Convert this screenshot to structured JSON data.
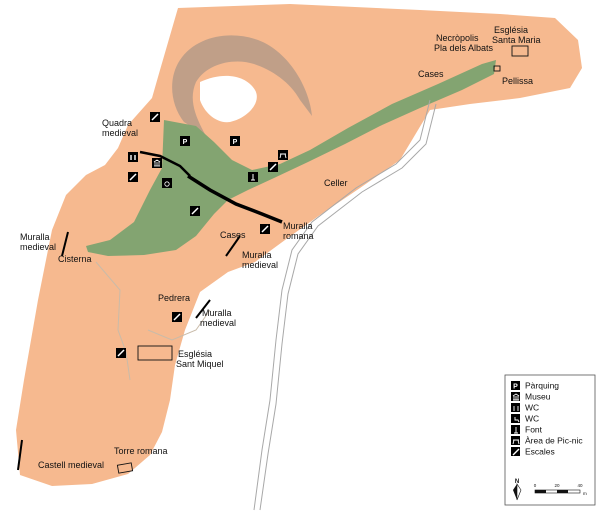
{
  "colors": {
    "terrain": "#f6b98f",
    "green_area": "#83a471",
    "riverbed": "#b69a87",
    "road": "#a8a8a8",
    "wall": "#000000",
    "symbol_bg": "#000000"
  },
  "labels": {
    "esglesia_santa_maria": [
      "Església",
      "Santa Maria"
    ],
    "necropolis": [
      "Necròpolis",
      "Pla dels Albats"
    ],
    "cases_ne": "Cases",
    "pellissa": "Pellissa",
    "quadra_medieval": [
      "Quadra",
      "medieval"
    ],
    "celler": "Celler",
    "muralla_medieval_w": [
      "Muralla",
      "medieval"
    ],
    "cisterna": "Cisterna",
    "cases_mid": "Cases",
    "muralla_romana": [
      "Muralla",
      "romana"
    ],
    "muralla_medieval_mid": [
      "Muralla",
      "medieval"
    ],
    "pedrera": "Pedrera",
    "muralla_medieval_s": [
      "Muralla",
      "medieval"
    ],
    "esglesia_sant_miquel": [
      "Església",
      "Sant Miquel"
    ],
    "torre_romana": "Torre romana",
    "castell_medieval": "Castell medieval"
  },
  "legend": {
    "items": [
      {
        "icon": "parking-icon",
        "label": "Pàrquing"
      },
      {
        "icon": "museum-icon",
        "label": "Museu"
      },
      {
        "icon": "wc-icon",
        "label": "WC"
      },
      {
        "icon": "accessible-wc-icon",
        "label": "WC"
      },
      {
        "icon": "fountain-icon",
        "label": "Font"
      },
      {
        "icon": "picnic-icon",
        "label": "Àrea de Pic-nic"
      },
      {
        "icon": "stairs-icon",
        "label": "Escales"
      }
    ],
    "scale": {
      "ticks": [
        "0",
        "20",
        "40"
      ],
      "unit": "m"
    },
    "north": "N",
    "parking_letter": "P"
  }
}
